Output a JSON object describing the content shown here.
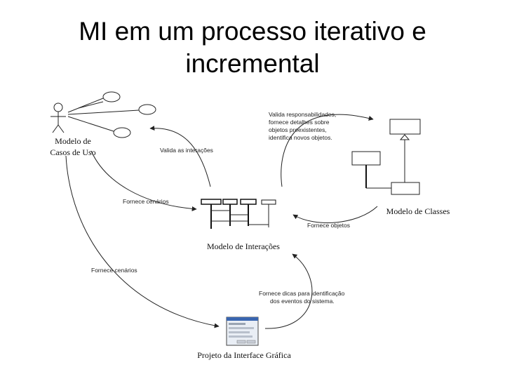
{
  "slide": {
    "title_line1": "MI em um processo iterativo e",
    "title_line2": "incremental"
  },
  "nodes": {
    "use_case_model": {
      "line1": "Modelo de",
      "line2": "Casos de Uso"
    },
    "class_model": "Modelo de Classes",
    "interaction_model": "Modelo de Interações",
    "gui_project": "Projeto da Interface Gráfica"
  },
  "edges": {
    "validate_interactions": "Valida as interações",
    "provides_scenarios_1": "Fornece cenários",
    "provides_scenarios_2": "Fornece cenários",
    "provides_objects": "Fornece objetos",
    "validate_responsibilities": [
      "Valida responsabilidades,",
      "fornece detalhes sobre",
      "objetos preexistentes,",
      "identifica novos objetos."
    ],
    "provides_hints": [
      "Fornece dicas para identificação",
      "dos eventos do sistema."
    ]
  }
}
